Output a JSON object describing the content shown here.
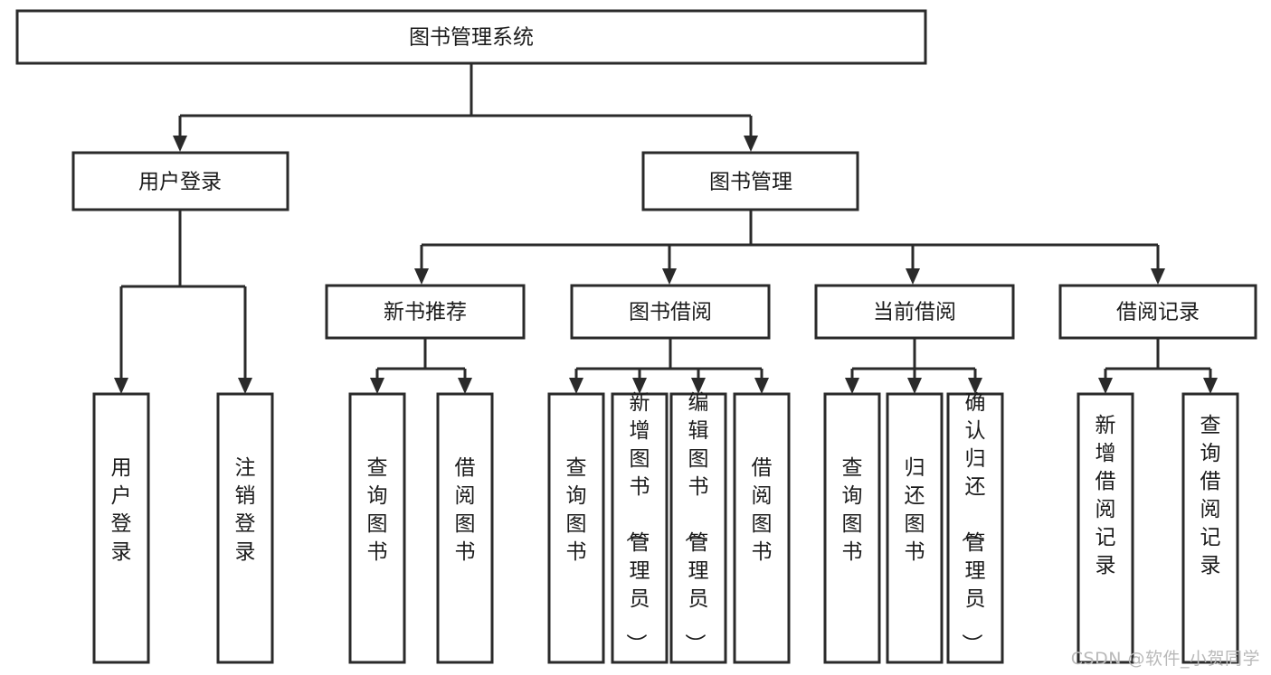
{
  "diagram": {
    "title": "图书管理系统",
    "watermark": "CSDN @软件_小贺同学",
    "root": {
      "label": "图书管理系统"
    },
    "level2": [
      {
        "label": "用户登录"
      },
      {
        "label": "图书管理"
      }
    ],
    "level3": [
      {
        "label": "新书推荐"
      },
      {
        "label": "图书借阅"
      },
      {
        "label": "当前借阅"
      },
      {
        "label": "借阅记录"
      }
    ],
    "leaves_user_login": [
      {
        "label": "用户登录"
      },
      {
        "label": "注销登录"
      }
    ],
    "leaves_new_book": [
      {
        "label": "查询图书"
      },
      {
        "label": "借阅图书"
      }
    ],
    "leaves_borrow": [
      {
        "label": "查询图书"
      },
      {
        "label": "新增图书（管理员）"
      },
      {
        "label": "编辑图书（管理员）"
      },
      {
        "label": "借阅图书"
      }
    ],
    "leaves_current": [
      {
        "label": "查询图书"
      },
      {
        "label": "归还图书"
      },
      {
        "label": "确认归还（管理员）"
      }
    ],
    "leaves_record": [
      {
        "label": "新增借阅记录"
      },
      {
        "label": "查询借阅记录"
      }
    ],
    "colors": {
      "stroke": "#2a2a2a",
      "fill": "#ffffff",
      "text": "#1b1b1b",
      "watermark": "#b9b9b9"
    }
  }
}
